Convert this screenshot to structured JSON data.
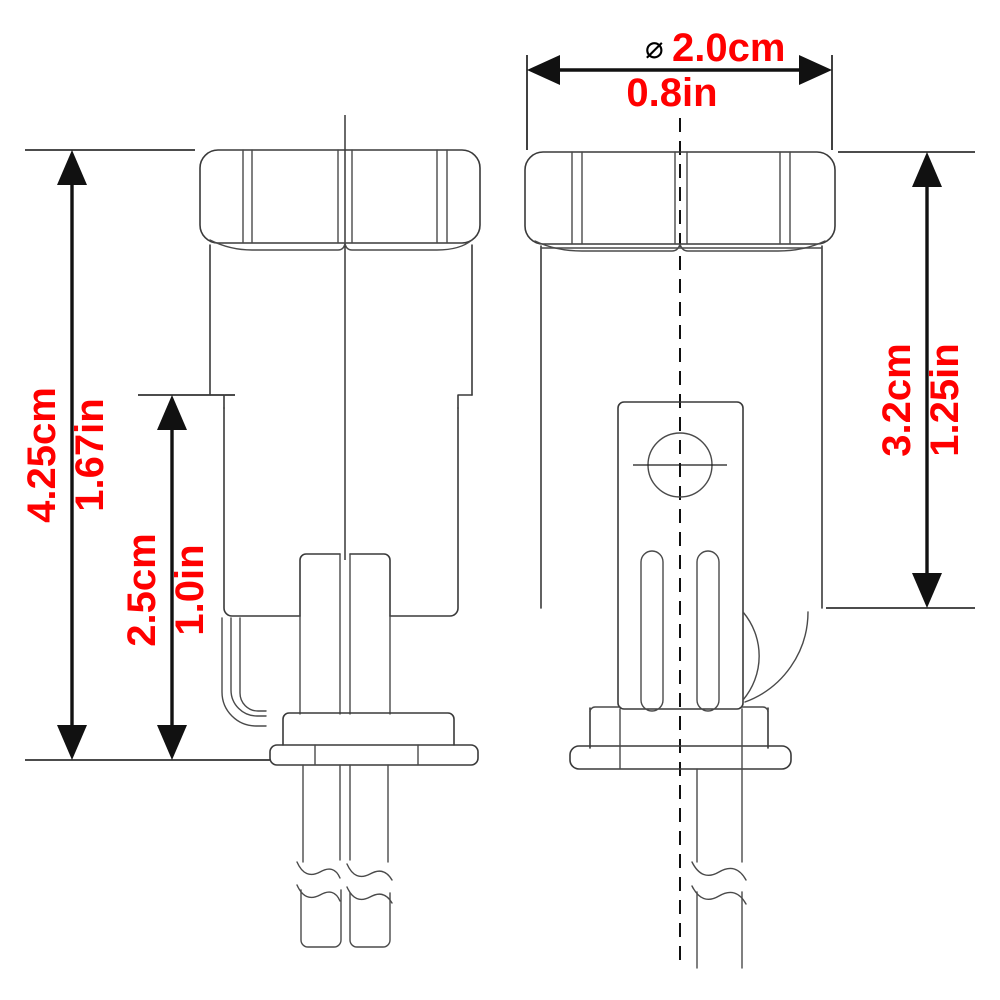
{
  "drawing": {
    "title": "Two-view mechanical part dimension drawing",
    "line_color": "#3a3a3a",
    "dimension_color": "#ff0000",
    "annotation_color": "#111111",
    "background": "#ffffff"
  },
  "dimensions": {
    "top": {
      "name": "diameter-width",
      "symbol": "⌀",
      "metric": "2.0cm",
      "imperial": "0.8in",
      "orientation": "horizontal"
    },
    "left_outer": {
      "name": "overall-height",
      "metric": "4.25cm",
      "imperial": "1.67in",
      "orientation": "vertical"
    },
    "left_inner": {
      "name": "body-height",
      "metric": "2.5cm",
      "imperial": "1.0in",
      "orientation": "vertical"
    },
    "right": {
      "name": "bracket-height",
      "metric": "3.2cm",
      "imperial": "1.25in",
      "orientation": "vertical"
    }
  },
  "views": {
    "front": {
      "name": "front-view",
      "features": [
        "knurled-cap",
        "tapered-body",
        "notched-shoulder",
        "terminal-post",
        "base-plate",
        "bent-wire-lead",
        "twin-wire-leads",
        "wire-break-symbol"
      ]
    },
    "side": {
      "name": "side-view",
      "features": [
        "knurled-cap",
        "straight-body",
        "mounting-bracket",
        "mounting-hole",
        "twin-slots",
        "base-flange",
        "curved-wire-lead",
        "single-wire-lead",
        "wire-break-symbol",
        "dashed-centerline"
      ]
    }
  }
}
